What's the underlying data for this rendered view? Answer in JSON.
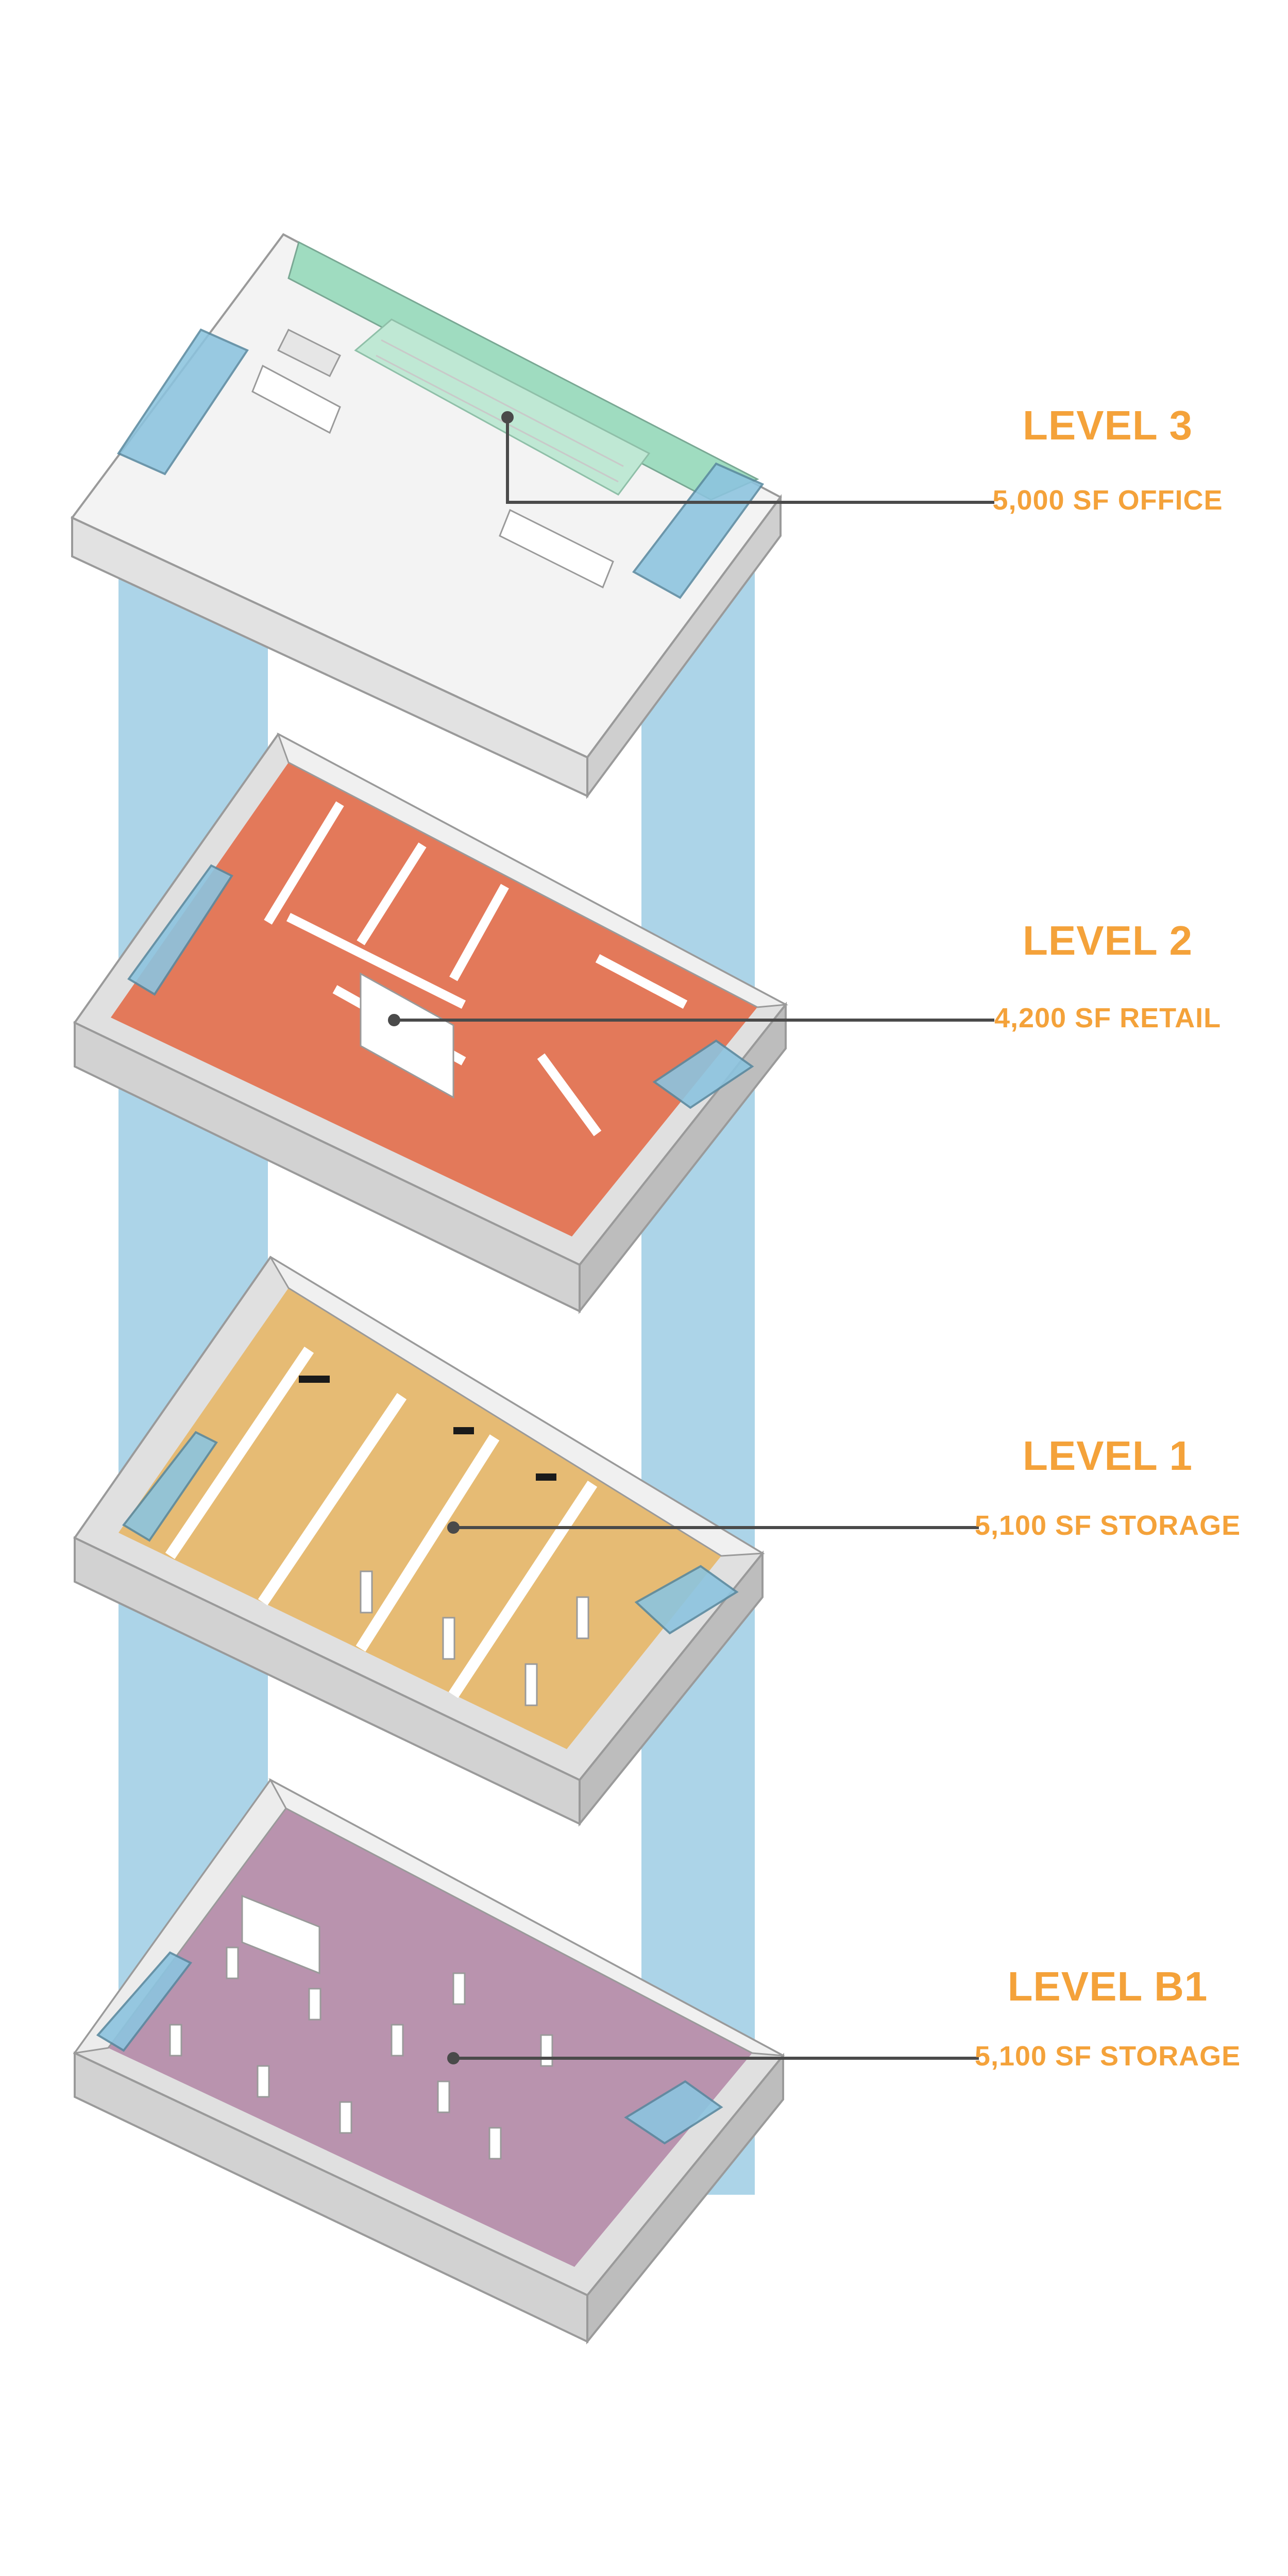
{
  "colors": {
    "label": "#F4A23A",
    "leader": "#4A4A4A",
    "core": "#8CC4DF",
    "slab": "#F3F3F3",
    "office": "#9FDCC0",
    "retail": "#E3795A",
    "storage_l1": "#E6BB74",
    "storage_b1": "#B993AE"
  },
  "levels": [
    {
      "id": "level-3",
      "title": "LEVEL 3",
      "area": "5,000 SF OFFICE",
      "use_icon": "office-floor"
    },
    {
      "id": "level-2",
      "title": "LEVEL 2",
      "area": "4,200 SF RETAIL",
      "use_icon": "retail-floor"
    },
    {
      "id": "level-1",
      "title": "LEVEL 1",
      "area": "5,100 SF STORAGE",
      "use_icon": "storage-floor"
    },
    {
      "id": "level-b1",
      "title": "LEVEL B1",
      "area": "5,100 SF STORAGE",
      "use_icon": "storage-floor"
    }
  ]
}
